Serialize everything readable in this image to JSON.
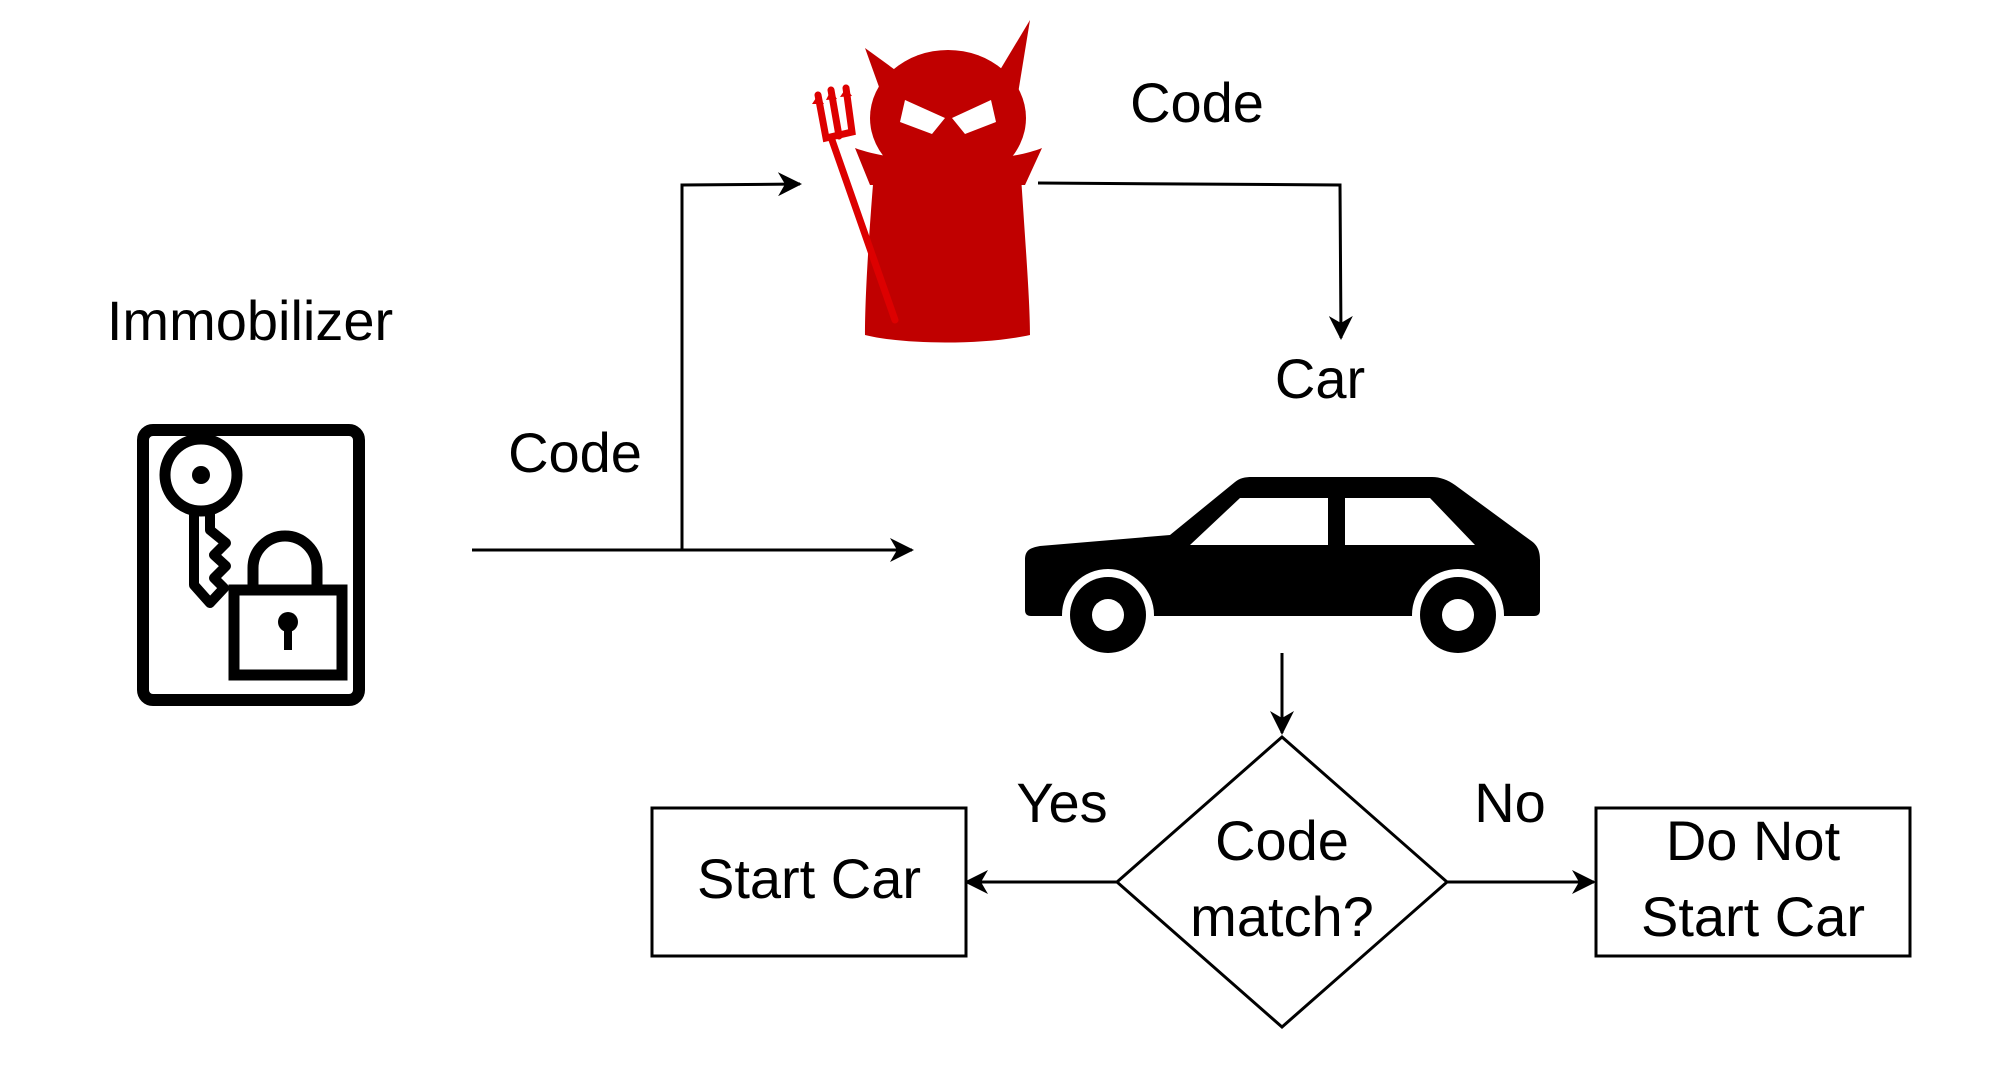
{
  "labels": {
    "immobilizer": "Immobilizer",
    "code_to_attacker": "Code",
    "code_from_attacker": "Code",
    "car": "Car",
    "yes": "Yes",
    "no": "No"
  },
  "nodes": {
    "decision": [
      "Code",
      "match?"
    ],
    "start_car": "Start Car",
    "do_not_start": [
      "Do Not",
      "Start Car"
    ]
  },
  "icons": {
    "immobilizer": "key-lock-icon",
    "attacker": "devil-icon",
    "car": "car-icon"
  },
  "colors": {
    "attacker": "#c00000",
    "ink": "#000000"
  }
}
